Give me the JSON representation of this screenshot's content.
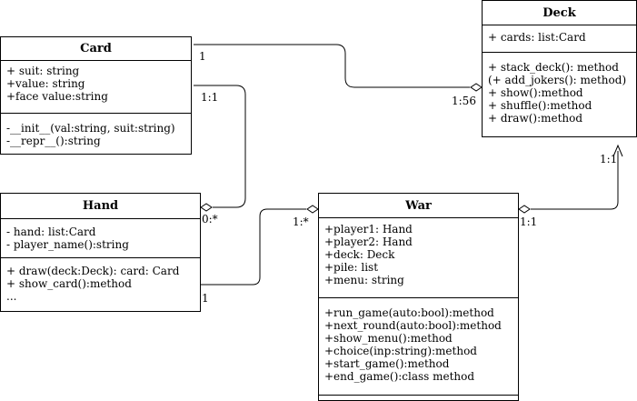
{
  "classes": {
    "card": {
      "name": "Card",
      "attributes": [
        "+ suit: string",
        "+value: string",
        "+face value:string"
      ],
      "methods": [
        "-__init__(val:string, suit:string)",
        "-__repr__():string"
      ]
    },
    "deck": {
      "name": "Deck",
      "attributes": [
        "+ cards: list:Card"
      ],
      "methods": [
        "+ stack_deck(): method",
        "(+ add_jokers(): method)",
        "+ show():method",
        "+ shuffle():method",
        "+ draw():method"
      ]
    },
    "hand": {
      "name": "Hand",
      "attributes": [
        "- hand: list:Card",
        "- player_name():string"
      ],
      "methods": [
        "+ draw(deck:Deck): card: Card",
        "+ show_card():method",
        "..."
      ]
    },
    "war": {
      "name": "War",
      "attributes": [
        "+player1: Hand",
        "+player2: Hand",
        "+deck: Deck",
        "+pile: list",
        "+menu: string"
      ],
      "methods": [
        "+run_game(auto:bool):method",
        "+next_round(auto:bool):method",
        "+show_menu():method",
        "+choice(inp:string):method",
        "+start_game():method",
        "+end_game():class method"
      ]
    }
  },
  "multiplicities": {
    "card_deck_card_end": "1",
    "card_deck_deck_end": "1:56",
    "card_hand_card_end": "1:1",
    "card_hand_hand_end": "0:*",
    "hand_war_hand_end": "1",
    "hand_war_war_end": "1:*",
    "deck_war_deck_end": "1:1",
    "deck_war_war_end": "1:1"
  }
}
